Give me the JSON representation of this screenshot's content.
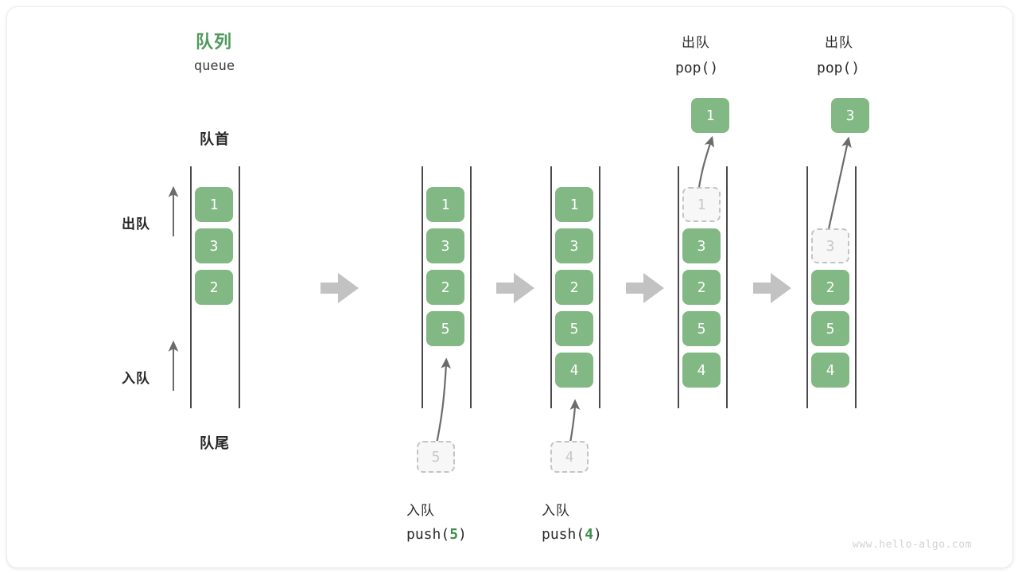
{
  "diagram": {
    "title_cn": "队列",
    "title_en": "queue",
    "front_label": "队首",
    "rear_label": "队尾",
    "dequeue_label": "出队",
    "enqueue_label": "入队",
    "watermark": "www.hello-algo.com",
    "accent_green": "#81b883",
    "accent_title_green": "#4e9a5c",
    "ghost_gray": "#c8c8c8",
    "arrow_gray": "#6b6b6b",
    "step_arrow_gray": "#c2c2c2"
  },
  "steps": [
    {
      "id": "initial",
      "kind": "state",
      "items": [
        "1",
        "3",
        "2"
      ],
      "ghost": null,
      "op_cn": "",
      "op_code": "",
      "popped": null
    },
    {
      "id": "push-5",
      "kind": "push",
      "items": [
        "1",
        "3",
        "2",
        "5"
      ],
      "ghost": "5",
      "op_cn": "入队",
      "op_code_prefix": "push(",
      "op_code_value": "5",
      "op_code_suffix": ")",
      "op_code": "push(5)",
      "popped": null
    },
    {
      "id": "push-4",
      "kind": "push",
      "items": [
        "1",
        "3",
        "2",
        "5",
        "4"
      ],
      "ghost": "4",
      "op_cn": "入队",
      "op_code_prefix": "push(",
      "op_code_value": "4",
      "op_code_suffix": ")",
      "op_code": "push(4)",
      "popped": null
    },
    {
      "id": "pop-1",
      "kind": "pop",
      "items": [
        "3",
        "2",
        "5",
        "4"
      ],
      "ghost": "1",
      "ghost_slot": 0,
      "op_cn": "出队",
      "op_code": "pop()",
      "popped": "1"
    },
    {
      "id": "pop-3",
      "kind": "pop",
      "items": [
        "2",
        "5",
        "4"
      ],
      "ghost": "3",
      "ghost_slot": 1,
      "op_cn": "出队",
      "op_code": "pop()",
      "popped": "3"
    }
  ]
}
